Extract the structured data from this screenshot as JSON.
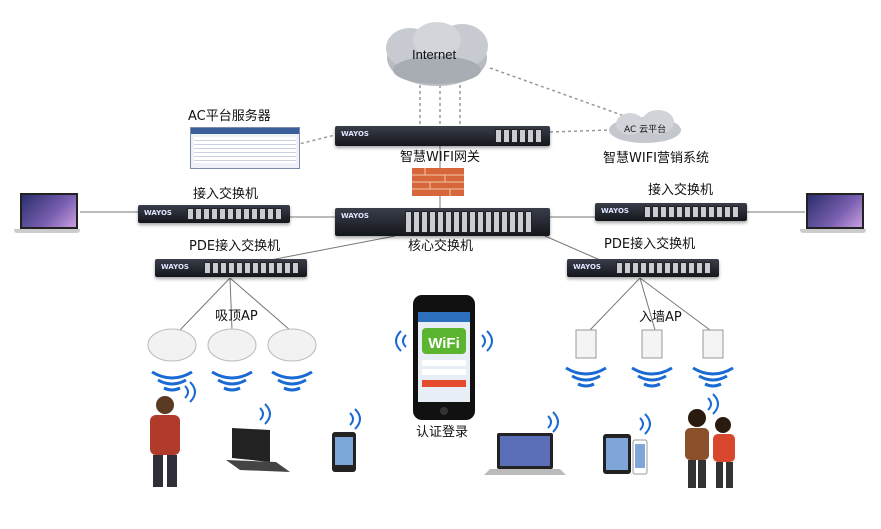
{
  "labels": {
    "internet": "Internet",
    "ac_server": "AC平台服务器",
    "gateway": "智慧WIFI网关",
    "ac_cloud": "AC 云平台",
    "marketing": "智慧WIFI营销系统",
    "access_switch_left": "接入交换机",
    "access_switch_right": "接入交换机",
    "core_switch": "核心交换机",
    "pde_switch_left": "PDE接入交换机",
    "pde_switch_right": "PDE接入交换机",
    "ceiling_ap": "吸顶AP",
    "wall_ap": "入墙AP",
    "auth_login": "认证登录"
  },
  "brand": "WAYOS",
  "phone_logo": "WiFi"
}
